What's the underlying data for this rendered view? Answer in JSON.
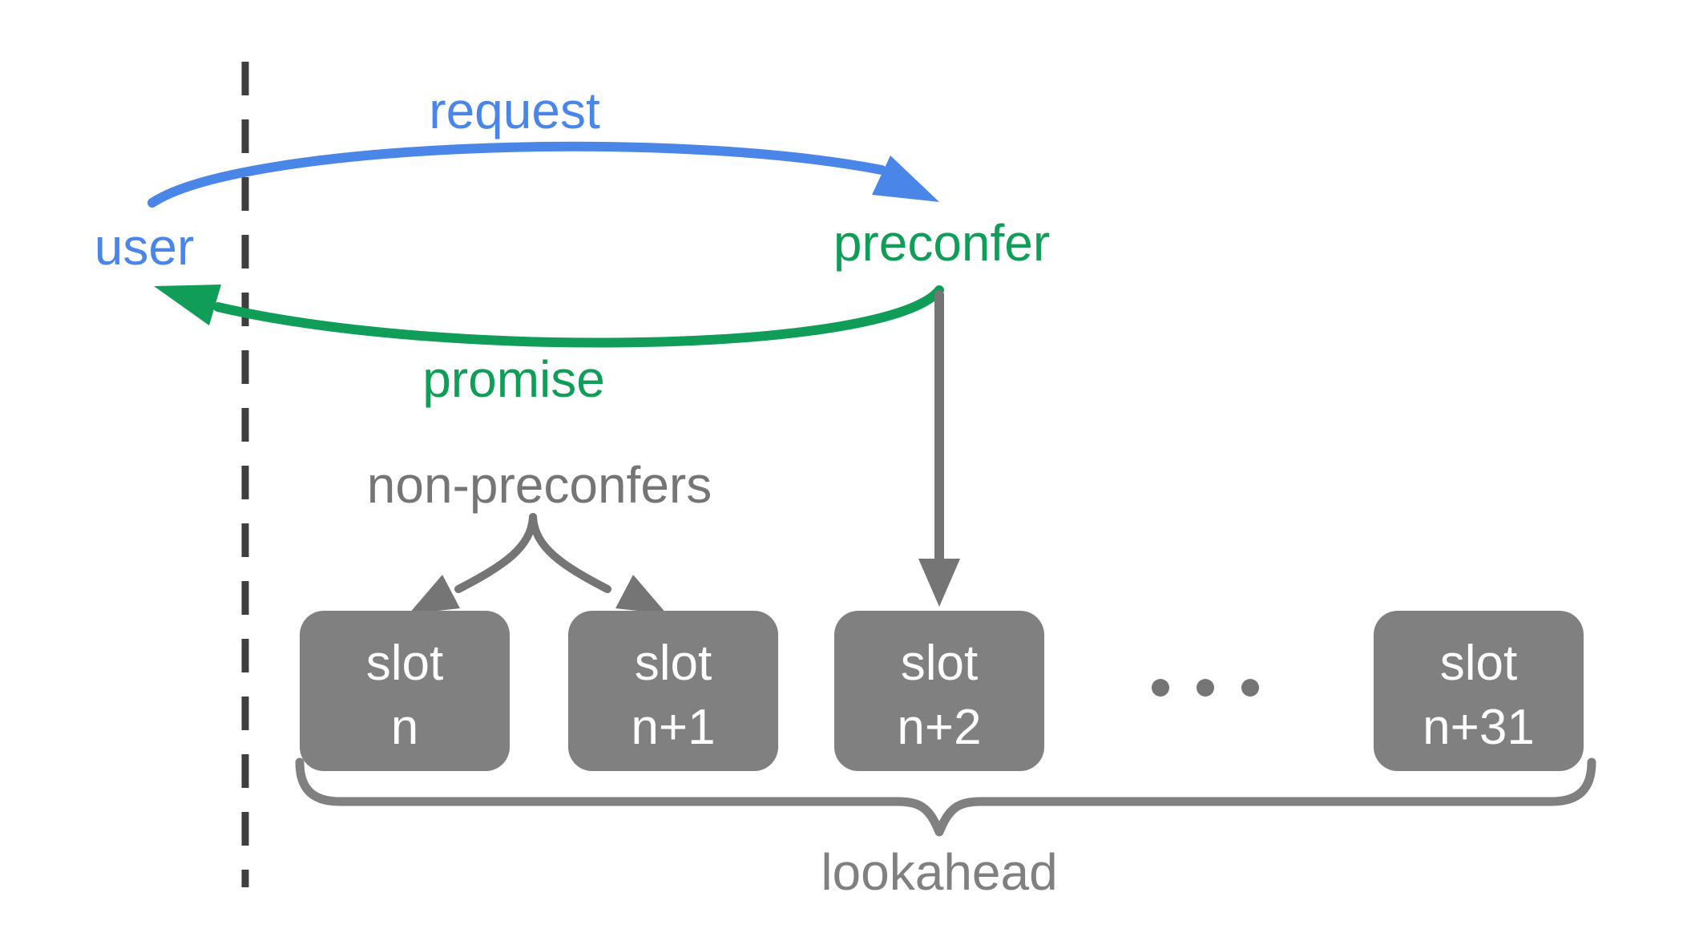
{
  "labels": {
    "user": "user",
    "request": "request",
    "preconfer": "preconfer",
    "promise": "promise",
    "non_preconfers": "non-preconfers",
    "lookahead": "lookahead",
    "ellipsis": "..."
  },
  "slots": [
    {
      "line1": "slot",
      "line2": "n"
    },
    {
      "line1": "slot",
      "line2": "n+1"
    },
    {
      "line1": "slot",
      "line2": "n+2"
    },
    {
      "line1": "slot",
      "line2": "n+31"
    }
  ],
  "colors": {
    "request_blue": "#4a86e8",
    "promise_green": "#0f9d58",
    "slot_box_gray": "#808080",
    "label_gray": "#757575",
    "brace_gray": "#808080",
    "dash_dark": "#3f3f3f",
    "slot_text_white": "#ffffff"
  }
}
